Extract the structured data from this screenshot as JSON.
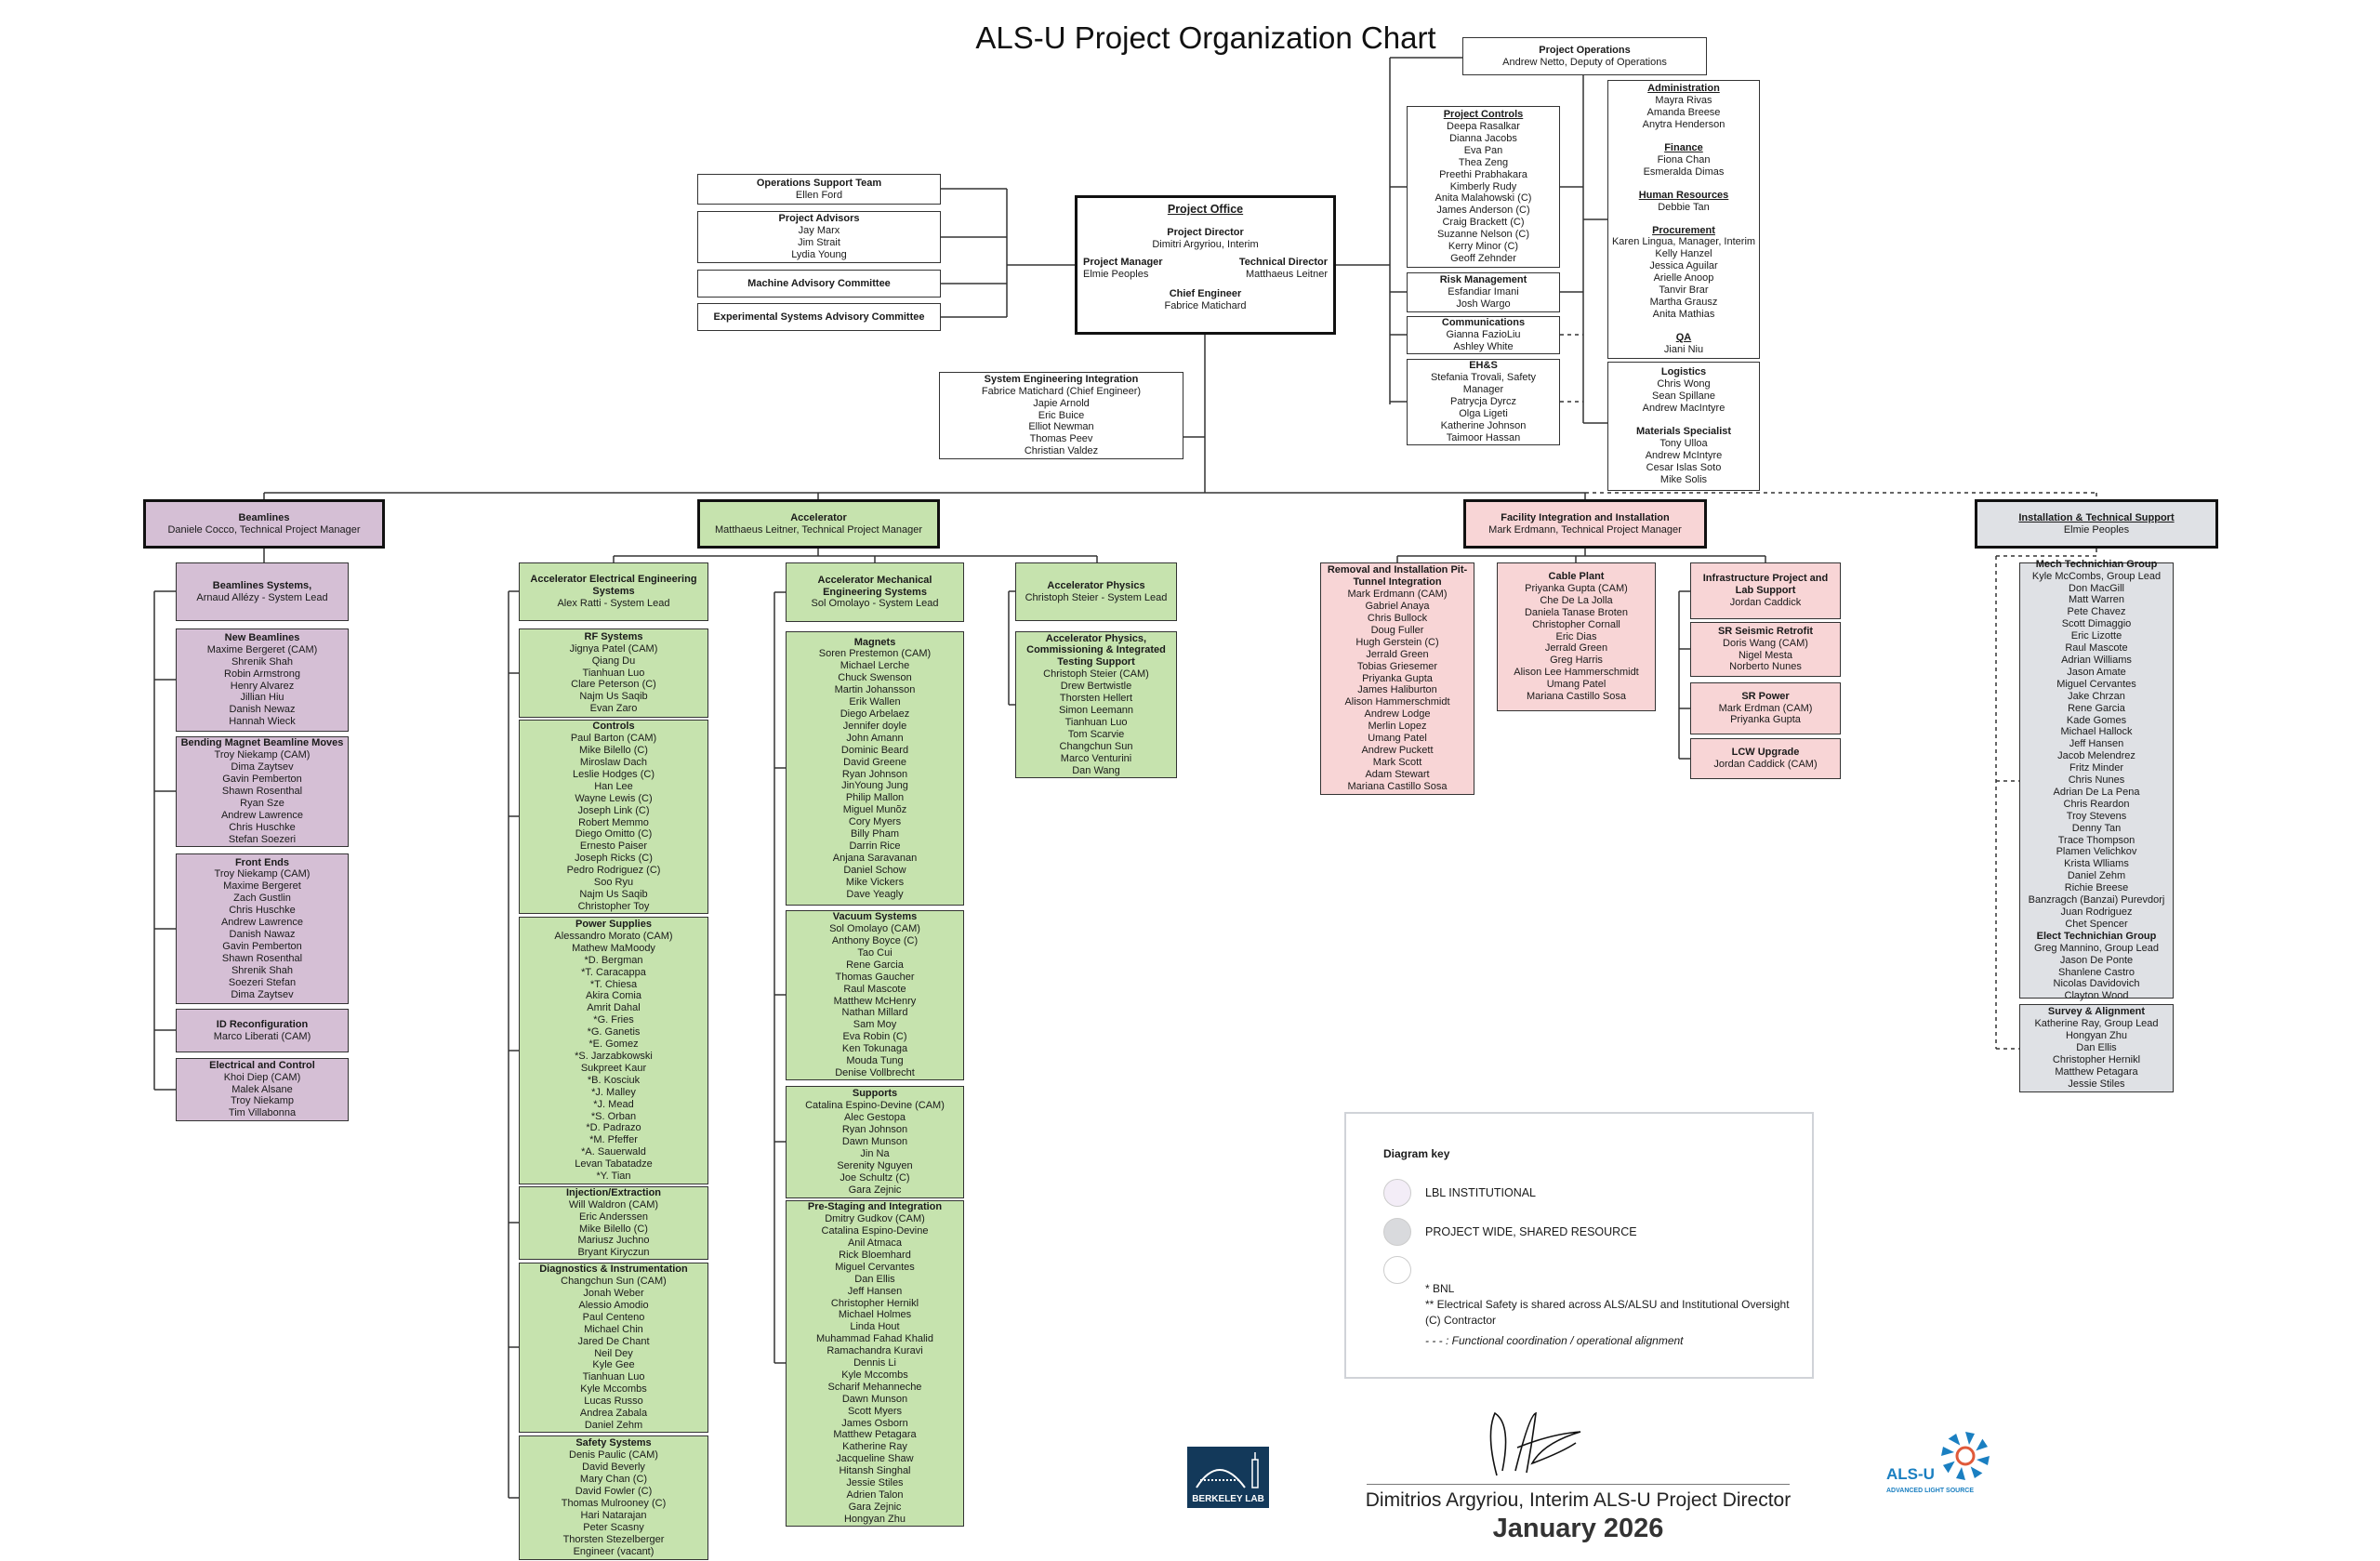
{
  "title": "ALS-U Project Organization Chart",
  "colors": {
    "beamlines": "#d5bfd5",
    "accelerator": "#c6e3ae",
    "facility": "#f8d5d6",
    "shared": "#dfe1e5",
    "lbl_institutional": "#f3edf7"
  },
  "project_office": {
    "title": "Project Office",
    "director_label": "Project Director",
    "director": "Dimitri Argyriou, Interim",
    "manager_label": "Project Manager",
    "manager": "Elmie Peoples",
    "technical_label": "Technical Director",
    "technical": "Matthaeus Leitner",
    "chief_label": "Chief Engineer",
    "chief": "Fabrice Matichard"
  },
  "boxes": {
    "ops_support": {
      "sections": [
        {
          "heading": "Operations Support Team",
          "lines": [
            "Ellen Ford"
          ]
        }
      ]
    },
    "project_advisors": {
      "sections": [
        {
          "heading": "Project Advisors",
          "lines": [
            "Jay Marx",
            "Jim Strait",
            "Lydia Young"
          ]
        }
      ]
    },
    "machine_advisory": {
      "sections": [
        {
          "heading": "Machine Advisory Committee",
          "lines": []
        }
      ]
    },
    "exp_advisory": {
      "sections": [
        {
          "heading": "Experimental Systems Advisory Committee",
          "lines": []
        }
      ]
    },
    "sei": {
      "sections": [
        {
          "heading": "System Engineering Integration",
          "lines": [
            "Fabrice Matichard (Chief Engineer)",
            "Japie Arnold",
            "Eric Buice",
            "Elliot Newman",
            "Thomas Peev",
            "Christian Valdez"
          ]
        }
      ]
    },
    "project_operations": {
      "sections": [
        {
          "heading": "Project Operations",
          "lines": [
            "Andrew Netto, Deputy of Operations"
          ]
        }
      ]
    },
    "project_controls": {
      "sections": [
        {
          "heading": "Project Controls",
          "lines": [
            "Deepa Rasalkar",
            "Dianna Jacobs",
            "Eva Pan",
            "Thea Zeng",
            "Preethi Prabhakara",
            "Kimberly Rudy",
            "Anita Malahowski (C)",
            "James Anderson (C)",
            "Craig Brackett (C)",
            "Suzanne Nelson (C)",
            "Kerry Minor (C)",
            "Geoff Zehnder"
          ]
        }
      ]
    },
    "risk": {
      "sections": [
        {
          "heading": "Risk Management",
          "lines": [
            "Esfandiar Imani",
            "Josh Wargo"
          ]
        }
      ]
    },
    "communications": {
      "sections": [
        {
          "heading": "Communications",
          "lines": [
            "Gianna FazioLiu",
            "Ashley White"
          ]
        }
      ]
    },
    "ehs": {
      "sections": [
        {
          "heading": "EH&S",
          "lines": [
            "Stefania Trovali, Safety Manager",
            "Patrycja Dyrcz",
            "Olga Ligeti",
            "Katherine Johnson",
            "Taimoor Hassan"
          ]
        }
      ]
    },
    "admin": {
      "sections": [
        {
          "heading": "Administration",
          "lines": [
            "Mayra Rivas",
            "Amanda Breese",
            "Anytra Henderson"
          ]
        },
        {
          "heading": "Finance",
          "lines": [
            "Fiona Chan",
            "Esmeralda Dimas"
          ]
        },
        {
          "heading": "Human Resources",
          "lines": [
            "Debbie Tan"
          ]
        },
        {
          "heading": "Procurement",
          "lines": [
            "Karen Lingua, Manager, Interim",
            "Kelly Hanzel",
            "Jessica Aguilar",
            "Arielle Anoop",
            "Tanvir Brar",
            "Martha Grausz",
            "Anita Mathias"
          ]
        },
        {
          "heading": "QA",
          "lines": [
            "Jiani Niu"
          ]
        }
      ]
    },
    "logistics": {
      "sections": [
        {
          "heading": "Logistics",
          "lines": [
            "Chris Wong",
            "Sean Spillane",
            "Andrew MacIntyre"
          ]
        },
        {
          "heading": "Materials Specialist",
          "lines": [
            "Tony Ulloa",
            "Andrew McIntyre",
            "Cesar Islas Soto",
            "Mike Solis"
          ]
        }
      ]
    },
    "beamlines": {
      "sections": [
        {
          "heading": "Beamlines",
          "lines": [
            "Daniele Cocco, Technical Project Manager"
          ]
        }
      ]
    },
    "bl_systems": {
      "sections": [
        {
          "heading": "Beamlines Systems,",
          "lines": [
            "Arnaud Allézy - System Lead"
          ]
        }
      ]
    },
    "bl_new": {
      "sections": [
        {
          "heading": "New Beamlines",
          "lines": [
            "Maxime Bergeret (CAM)",
            "Shrenik Shah",
            "Robin Armstrong",
            "Henry Alvarez",
            "Jillian Hiu",
            "Danish Newaz",
            "Hannah Wieck"
          ]
        }
      ]
    },
    "bl_bm": {
      "sections": [
        {
          "heading": "Bending Magnet Beamline Moves",
          "lines": [
            "Troy Niekamp (CAM)",
            "Dima Zaytsev",
            "Gavin Pemberton",
            "Shawn Rosenthal",
            "Ryan Sze",
            "Andrew Lawrence",
            "Chris Huschke",
            "Stefan Soezeri"
          ]
        }
      ]
    },
    "bl_fe": {
      "sections": [
        {
          "heading": "Front Ends",
          "lines": [
            "Troy Niekamp (CAM)",
            "Maxime Bergeret",
            "Zach Gustlin",
            "Chris Huschke",
            "Andrew Lawrence",
            "Danish Nawaz",
            "Gavin Pemberton",
            "Shawn Rosenthal",
            "Shrenik Shah",
            "Soezeri Stefan",
            "Dima Zaytsev"
          ]
        }
      ]
    },
    "bl_id": {
      "sections": [
        {
          "heading": "ID Reconfiguration",
          "lines": [
            "Marco Liberati (CAM)"
          ]
        }
      ]
    },
    "bl_ec": {
      "sections": [
        {
          "heading": "Electrical and Control",
          "lines": [
            "Khoi Diep (CAM)",
            "Malek Alsane",
            "Troy Niekamp",
            "Tim Villabonna"
          ]
        }
      ]
    },
    "accelerator": {
      "sections": [
        {
          "heading": "Accelerator",
          "lines": [
            "Matthaeus Leitner, Technical Project Manager"
          ]
        }
      ]
    },
    "ae_head": {
      "sections": [
        {
          "heading": "Accelerator Electrical Engineering Systems",
          "lines": [
            "Alex Ratti - System Lead"
          ]
        }
      ]
    },
    "ae_rf": {
      "sections": [
        {
          "heading": "RF Systems",
          "lines": [
            "Jignya Patel (CAM)",
            "Qiang Du",
            "Tianhuan Luo",
            "Clare Peterson (C)",
            "Najm Us Saqib",
            "Evan Zaro"
          ]
        }
      ]
    },
    "ae_controls": {
      "sections": [
        {
          "heading": "Controls",
          "lines": [
            "Paul Barton (CAM)",
            "Mike Bilello (C)",
            "Miroslaw Dach",
            "Leslie Hodges (C)",
            "Han Lee",
            "Wayne Lewis (C)",
            "Joseph Link (C)",
            "Robert Memmo",
            "Diego Omitto (C)",
            "Ernesto Paiser",
            "Joseph Ricks (C)",
            "Pedro Rodriguez (C)",
            "Soo Ryu",
            "Najm Us Saqib",
            "Christopher Toy"
          ]
        }
      ]
    },
    "ae_power": {
      "sections": [
        {
          "heading": "Power Supplies",
          "lines": [
            "Alessandro Morato (CAM)",
            "Mathew MaMoody",
            "*D. Bergman",
            "*T. Caracappa",
            "*T. Chiesa",
            "Akira Comia",
            "Amrit Dahal",
            "*G. Fries",
            "*G. Ganetis",
            "*E. Gomez",
            "*S. Jarzabkowski",
            "Sukpreet Kaur",
            "*B. Kosciuk",
            "*J. Malley",
            "*J. Mead",
            "*S. Orban",
            "*D. Padrazo",
            "*M. Pfeffer",
            "*A. Sauerwald",
            "Levan Tabatadze",
            "*Y. Tian"
          ]
        }
      ]
    },
    "ae_inj": {
      "sections": [
        {
          "heading": "Injection/Extraction",
          "lines": [
            "Will Waldron (CAM)",
            "Eric Anderssen",
            "Mike Bilello (C)",
            "Mariusz Juchno",
            "Bryant Kiryczun"
          ]
        }
      ]
    },
    "ae_diag": {
      "sections": [
        {
          "heading": "Diagnostics & Instrumentation",
          "lines": [
            "Changchun Sun (CAM)",
            "Jonah Weber",
            "Alessio Amodio",
            "Paul Centeno",
            "Michael Chin",
            "Jared De Chant",
            "Neil Dey",
            "Kyle Gee",
            "Tianhuan Luo",
            "Kyle Mccombs",
            "Lucas Russo",
            "Andrea Zabala",
            "Daniel Zehm"
          ]
        }
      ]
    },
    "ae_safety": {
      "sections": [
        {
          "heading": "Safety Systems",
          "lines": [
            "Denis Paulic (CAM)",
            "David Beverly",
            "Mary Chan (C)",
            "David Fowler (C)",
            "Thomas Mulrooney (C)",
            "Hari Natarajan",
            "Peter Scasny",
            "Thorsten Stezelberger",
            "Engineer (vacant)"
          ]
        }
      ]
    },
    "am_head": {
      "sections": [
        {
          "heading": "Accelerator Mechanical Engineering Systems",
          "lines": [
            "Sol Omolayo - System Lead"
          ]
        }
      ]
    },
    "am_magnets": {
      "sections": [
        {
          "heading": "Magnets",
          "lines": [
            "Soren Prestemon (CAM)",
            "Michael Lerche",
            "Chuck Swenson",
            "Martin Johansson",
            "Erik Wallen",
            "Diego Arbelaez",
            "Jennifer doyle",
            "John Amann",
            "Dominic Beard",
            "David Greene",
            "Ryan Johnson",
            "JinYoung Jung",
            "Philip Mallon",
            "Miguel Munõz",
            "Cory Myers",
            "Billy Pham",
            "Darrin Rice",
            "Anjana Saravanan",
            "Daniel Schow",
            "Mike Vickers",
            "Dave Yeagly"
          ]
        }
      ]
    },
    "am_vacuum": {
      "sections": [
        {
          "heading": "Vacuum Systems",
          "lines": [
            "Sol Omolayo (CAM)",
            "Anthony Boyce (C)",
            "Tao Cui",
            "Rene Garcia",
            "Thomas Gaucher",
            "Raul Mascote",
            "Matthew McHenry",
            "Nathan Millard",
            "Sam Moy",
            "Eva Robin (C)",
            "Ken Tokunaga",
            "Mouda Tung",
            "Denise Vollbrecht"
          ]
        }
      ]
    },
    "am_supports": {
      "sections": [
        {
          "heading": "Supports",
          "lines": [
            "Catalina Espino-Devine (CAM)",
            "Alec Gestopa",
            "Ryan Johnson",
            "Dawn Munson",
            "Jin Na",
            "Serenity Nguyen",
            "Joe Schultz (C)",
            "Gara Zejnic"
          ]
        }
      ]
    },
    "am_prestage": {
      "sections": [
        {
          "heading": "Pre-Staging and Integration",
          "lines": [
            "Dmitry Gudkov (CAM)",
            "Catalina Espino-Devine",
            "Anil Atmaca",
            "Rick Bloemhard",
            "Miguel Cervantes",
            "Dan Ellis",
            "Jeff Hansen",
            "Christopher Hernikl",
            "Michael Holmes",
            "Linda Hout",
            "Muhammad Fahad Khalid",
            "Ramachandra Kuravi",
            "Dennis Li",
            "Kyle Mccombs",
            "Scharif Mehanneche",
            "Dawn Munson",
            "Scott Myers",
            "James Osborn",
            "Matthew Petagara",
            "Katherine Ray",
            "Jacqueline Shaw",
            "Hitansh Singhal",
            "Jessie Stiles",
            "Adrien Talon",
            "Gara Zejnic",
            "Hongyan Zhu"
          ]
        }
      ]
    },
    "ap_head": {
      "sections": [
        {
          "heading": "Accelerator Physics",
          "lines": [
            "Christoph Steier - System Lead"
          ]
        }
      ]
    },
    "ap_comm": {
      "sections": [
        {
          "heading": "Accelerator Physics, Commissioning & Integrated Testing Support",
          "lines": [
            "Christoph Steier (CAM)",
            "Drew Bertwistle",
            "Thorsten Hellert",
            "Simon Leemann",
            "Tianhuan Luo",
            "Tom Scarvie",
            "Changchun Sun",
            "Marco Venturini",
            "Dan Wang"
          ]
        }
      ]
    },
    "facility": {
      "sections": [
        {
          "heading": "Facility Integration and Installation",
          "lines": [
            "Mark Erdmann, Technical Project Manager"
          ]
        }
      ]
    },
    "fi_removal": {
      "sections": [
        {
          "heading": "Removal and Installation Pit-Tunnel Integration",
          "lines": [
            "Mark Erdmann (CAM)",
            "Gabriel Anaya",
            "Chris Bullock",
            "Doug Fuller",
            "Hugh Gerstein (C)",
            "Jerrald Green",
            "Tobias Griesemer",
            "Priyanka Gupta",
            "James Haliburton",
            "Alison Hammerschmidt",
            "Andrew Lodge",
            "Merlin Lopez",
            "Umang Patel",
            "Andrew Puckett",
            "Mark Scott",
            "Adam Stewart",
            "Mariana Castillo Sosa"
          ]
        }
      ]
    },
    "fi_cable": {
      "sections": [
        {
          "heading": "Cable Plant",
          "lines": [
            "Priyanka Gupta (CAM)",
            "Che De La Jolla",
            "Daniela Tanase Broten",
            "Christopher Cornall",
            "Eric Dias",
            "Jerrald Green",
            "Greg Harris",
            "Alison Lee Hammerschmidt",
            "Umang Patel",
            "Mariana Castillo Sosa"
          ]
        }
      ]
    },
    "fi_infra": {
      "sections": [
        {
          "heading": "Infrastructure Project and Lab Support",
          "lines": [
            "Jordan Caddick"
          ]
        }
      ]
    },
    "fi_seismic": {
      "sections": [
        {
          "heading": "SR Seismic Retrofit",
          "lines": [
            "Doris Wang (CAM)",
            "Nigel Mesta",
            "Norberto Nunes"
          ]
        }
      ]
    },
    "fi_power": {
      "sections": [
        {
          "heading": "SR Power",
          "lines": [
            "Mark Erdman (CAM)",
            "Priyanka Gupta"
          ]
        }
      ]
    },
    "fi_lcw": {
      "sections": [
        {
          "heading": "LCW Upgrade",
          "lines": [
            "Jordan Caddick (CAM)"
          ]
        }
      ]
    },
    "installation": {
      "sections": [
        {
          "heading": "Installation & Technical Support",
          "lines": [
            "Elmie Peoples"
          ]
        }
      ]
    },
    "it_mech": {
      "sections": [
        {
          "heading": "Mech Technichian Group",
          "lines": [
            "Kyle McCombs, Group Lead",
            "Don MacGill",
            "Matt Warren",
            "Pete Chavez",
            "Scott Dimaggio",
            "Eric Lizotte",
            "Raul Mascote",
            "Adrian Williams",
            "Jason Amate",
            "Miguel Cervantes",
            "Jake Chrzan",
            "Rene Garcia",
            "Kade Gomes",
            "Michael Hallock",
            "Jeff Hansen",
            "Jacob Melendrez",
            "Fritz Minder",
            "Chris Nunes",
            "Adrian De La Pena",
            "Chris Reardon",
            "Troy Stevens",
            "Denny Tan",
            "Trace Thompson",
            "Plamen Velichkov",
            "Krista Wlliams",
            "Daniel Zehm",
            "Richie Breese",
            "Banzragch (Banzai) Purevdorj",
            "Juan Rodriguez",
            "Chet Spencer"
          ]
        },
        {
          "heading": "Elect Technichian Group",
          "lines": [
            "Greg Mannino, Group Lead",
            "Jason De Ponte",
            "Shanlene Castro",
            "Nicolas Davidovich",
            "Clayton Wood"
          ]
        }
      ]
    },
    "it_survey": {
      "sections": [
        {
          "heading": "Survey & Alignment",
          "lines": [
            "Katherine Ray, Group Lead",
            "Hongyan Zhu",
            "Dan Ellis",
            "Christopher Hernikl",
            "Matthew Petagara",
            "Jessie Stiles"
          ]
        }
      ]
    }
  },
  "key": {
    "title": "Diagram key",
    "items": [
      {
        "label": "LBL INSTITUTIONAL",
        "color": "#f3edf7"
      },
      {
        "label": "PROJECT WIDE, SHARED RESOURCE",
        "color": "#d9dadd"
      },
      {
        "label": "",
        "color": "#ffffff"
      }
    ],
    "note_bnl": "* BNL",
    "note_safety": "** Electrical Safety is shared across ALS/ALSU and Institutional Oversight (C) Contractor",
    "note_dashed_prefix": "- - - : ",
    "note_dashed": "Functional coordination / operational alignment"
  },
  "signature": {
    "name": "Dimitrios Argyriou, Interim ALS-U Project Director",
    "date": "January 2026"
  },
  "logos": {
    "berkeley": "BERKELEY LAB",
    "alsu": "ALS-U",
    "alsu_sub": "ADVANCED LIGHT SOURCE"
  }
}
